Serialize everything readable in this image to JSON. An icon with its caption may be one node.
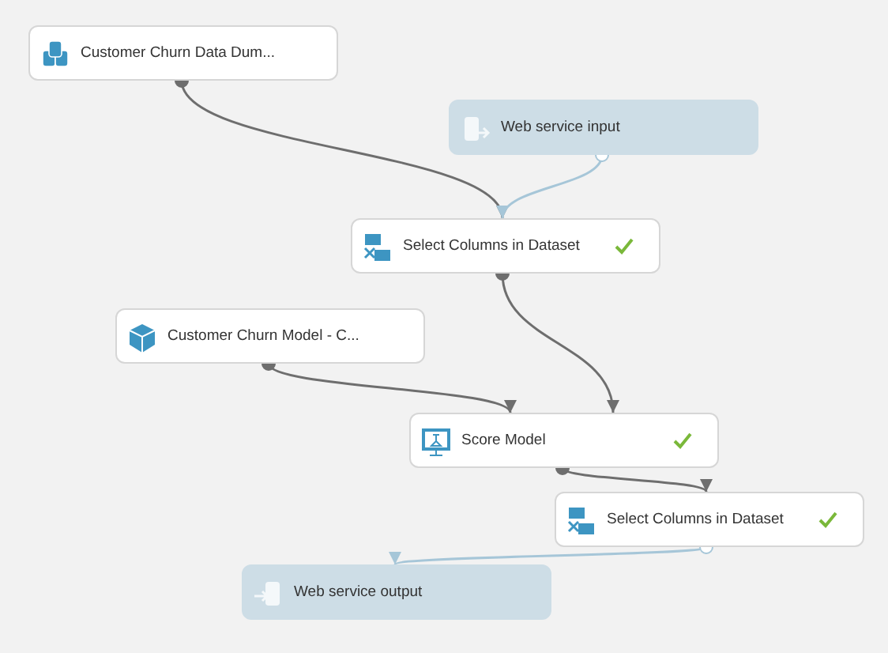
{
  "diagram": {
    "nodes": [
      {
        "text": [
          "Customer Churn Data Dum..."
        ]
      },
      {
        "text": [
          "Web service input"
        ]
      },
      {
        "text": [
          "Select Columns in Dataset"
        ]
      },
      {
        "text": [
          "Customer Churn Model - C..."
        ]
      },
      {
        "text": [
          "Score Model"
        ]
      },
      {
        "text": [
          "Select Columns in Dataset"
        ]
      },
      {
        "text": [
          "Web service output"
        ]
      }
    ],
    "edges": [
      {
        "from": 0,
        "to": 2,
        "arrow": "to"
      },
      {
        "from": 1,
        "to": 2,
        "arrow": "to",
        "color": "#a6c6d8"
      },
      {
        "from": 2,
        "to": 4,
        "arrow": "to"
      },
      {
        "from": 3,
        "to": 4,
        "arrow": "to"
      },
      {
        "from": 4,
        "to": 5,
        "arrow": "to"
      },
      {
        "from": 5,
        "to": 6,
        "arrow": "to",
        "color": "#a6c6d8"
      }
    ]
  }
}
